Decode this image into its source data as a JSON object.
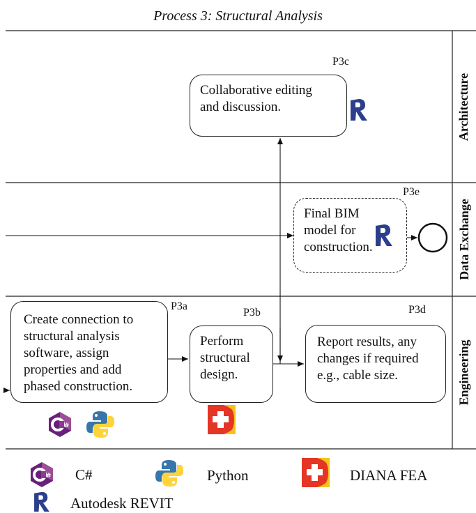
{
  "title": "Process 3: Structural Analysis",
  "lanes": {
    "architecture": "Architecture",
    "data_exchange": "Data Exchange",
    "engineering": "Engineering"
  },
  "tasks": {
    "p3a": {
      "id": "P3a",
      "text": "Create connection to structural analysis software, assign properties and add phased construction.",
      "tools": [
        "csharp-icon",
        "python-icon"
      ]
    },
    "p3b": {
      "id": "P3b",
      "text": "Perform structural design.",
      "tools": [
        "diana-fea-icon"
      ]
    },
    "p3c": {
      "id": "P3c",
      "text": "Collaborative editing and discussion.",
      "tools": [
        "revit-icon"
      ]
    },
    "p3d": {
      "id": "P3d",
      "text": "Report results, any changes if required e.g., cable size.",
      "tools": []
    },
    "p3e": {
      "id": "P3e",
      "text": "Final BIM model for construction.",
      "tools": [
        "revit-icon"
      ]
    }
  },
  "legend": [
    {
      "icon": "csharp-icon",
      "label": "C#"
    },
    {
      "icon": "python-icon",
      "label": "Python"
    },
    {
      "icon": "diana-fea-icon",
      "label": "DIANA FEA"
    },
    {
      "icon": "revit-icon",
      "label": "Autodesk REVIT"
    }
  ],
  "colors": {
    "csharp": "#68217a",
    "python_blue": "#3776ab",
    "python_yellow": "#ffd43b",
    "diana_red": "#e53525",
    "diana_yellow": "#f4c41a",
    "revit": "#2b3f8c"
  }
}
